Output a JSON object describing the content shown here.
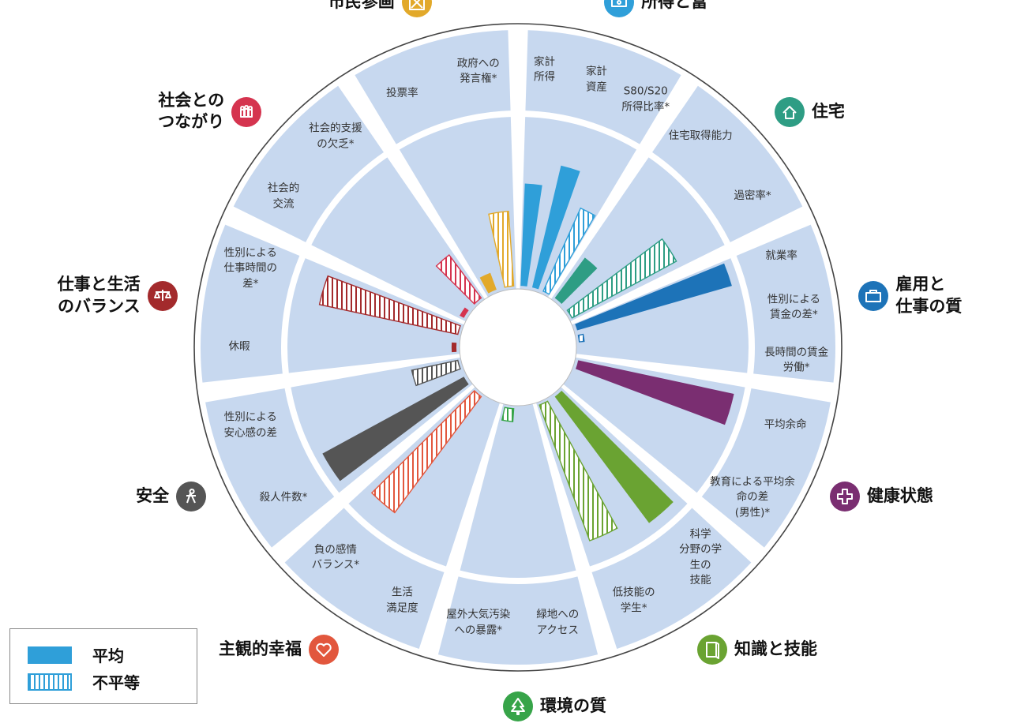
{
  "chart_data": {
    "type": "radial-bar",
    "legend": {
      "average": "平均",
      "inequality": "不平等"
    },
    "dimensions": [
      {
        "id": "income",
        "name": "所得と富",
        "color": "#2f9fd9",
        "indicators": [
          {
            "label": "家計\n所得",
            "value": 0.62,
            "kind": "average"
          },
          {
            "label": "家計\n資産",
            "value": 0.76,
            "kind": "average"
          },
          {
            "label": "S80/S20\n所得比率*",
            "value": 0.55,
            "kind": "inequality"
          }
        ]
      },
      {
        "id": "housing",
        "name": "住宅",
        "color": "#2e9d84",
        "indicators": [
          {
            "label": "住宅取得能力",
            "value": 0.3,
            "kind": "average"
          },
          {
            "label": "過密率*",
            "value": 0.72,
            "kind": "inequality"
          }
        ]
      },
      {
        "id": "jobs",
        "name": "雇用と\n仕事の質",
        "color": "#1d73b8",
        "indicators": [
          {
            "label": "就業率",
            "value": 0.98,
            "kind": "average"
          },
          {
            "label": "性別による\n賃金の差*",
            "value": 0.02,
            "kind": "inequality"
          },
          {
            "label": "長時間の賃金\n労働*",
            "value": 0,
            "kind": "inequality"
          }
        ]
      },
      {
        "id": "health",
        "name": "健康状態",
        "color": "#7a2e71",
        "indicators": [
          {
            "label": "平均余命",
            "value": 0.97,
            "kind": "average"
          },
          {
            "label": "教育による平均余\n命の差\n(男性)*",
            "value": 0,
            "kind": "inequality"
          }
        ]
      },
      {
        "id": "knowledge",
        "name": "知識と技能",
        "color": "#6aa332",
        "indicators": [
          {
            "label": "科学\n分野の学\n生の\n技能",
            "value": 0.96,
            "kind": "average"
          },
          {
            "label": "低技能の\n学生*",
            "value": 0.88,
            "kind": "inequality"
          }
        ]
      },
      {
        "id": "environment",
        "name": "環境の質",
        "color": "#37a449",
        "indicators": [
          {
            "label": "緑地への\nアクセス",
            "value": 0,
            "kind": "average"
          },
          {
            "label": "屋外大気汚染\nへの暴露*",
            "value": 0.07,
            "kind": "inequality"
          }
        ]
      },
      {
        "id": "wellbeing",
        "name": "主観的幸福",
        "color": "#e2573d",
        "indicators": [
          {
            "label": "生活\n満足度",
            "value": 0,
            "kind": "average"
          },
          {
            "label": "負の感情\nバランス*",
            "value": 0.88,
            "kind": "inequality"
          }
        ]
      },
      {
        "id": "safety",
        "name": "安全",
        "color": "#555555",
        "indicators": [
          {
            "label": "殺人件数*",
            "value": 0.98,
            "kind": "average"
          },
          {
            "label": "性別による\n安心感の差",
            "value": 0.28,
            "kind": "inequality"
          }
        ]
      },
      {
        "id": "balance",
        "name": "仕事と生活\nのバランス",
        "color": "#a32a2c",
        "indicators": [
          {
            "label": "休暇",
            "value": 0.02,
            "kind": "average"
          },
          {
            "label": "性別による\n仕事時間の\n差*",
            "value": 0.86,
            "kind": "inequality"
          }
        ]
      },
      {
        "id": "social",
        "name": "社会との\nつながり",
        "color": "#d5344f",
        "indicators": [
          {
            "label": "社会的\n交流",
            "value": 0.02,
            "kind": "average"
          },
          {
            "label": "社会的支援\nの欠乏*",
            "value": 0.32,
            "kind": "inequality"
          }
        ]
      },
      {
        "id": "civic",
        "name": "市民参画",
        "color": "#e2a92a",
        "indicators": [
          {
            "label": "投票率",
            "value": 0.1,
            "kind": "average"
          },
          {
            "label": "政府への\n発言権*",
            "value": 0.45,
            "kind": "inequality"
          }
        ]
      }
    ]
  }
}
